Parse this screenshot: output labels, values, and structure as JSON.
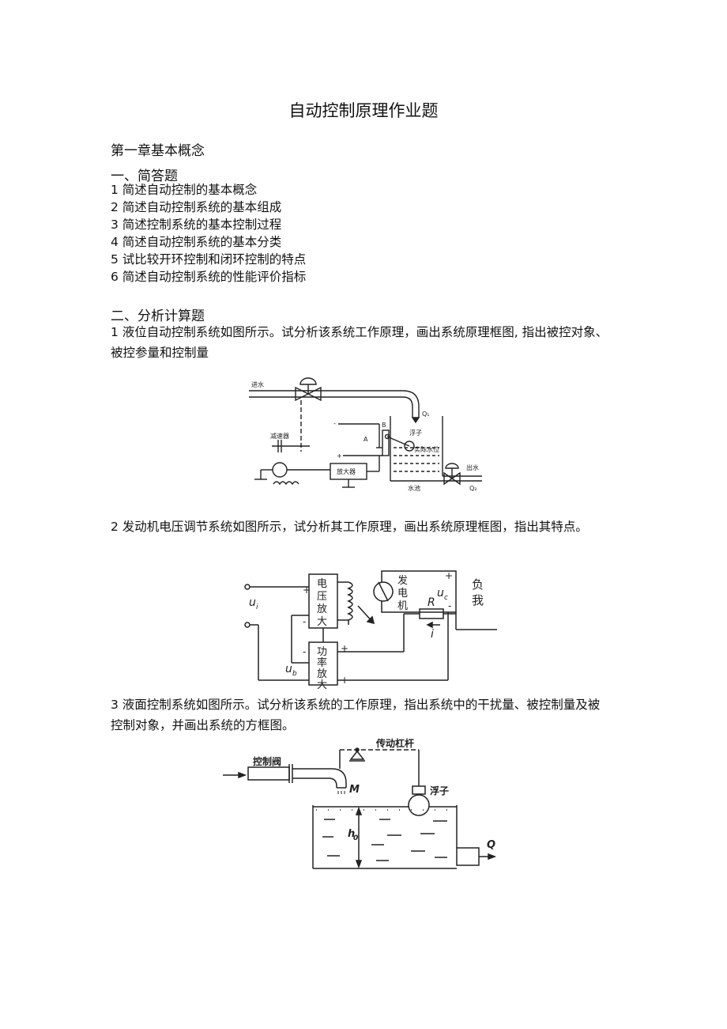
{
  "title": "自动控制原理作业题",
  "chapter": "第一章基本概念",
  "section1": {
    "heading": "一、简答题",
    "items": [
      "1 简述自动控制的基本概念",
      "2 简述自动控制系统的基本组成",
      "3 简述控制系统的基本控制过程",
      "4 简述自动控制系统的基本分类",
      "5 试比较开环控制和闭环控制的特点",
      "6 简述自动控制系统的性能评价指标"
    ]
  },
  "section2": {
    "heading": "二、分析计算题",
    "q1": "1 液位自动控制系统如图所示。试分析该系统工作原理，画出系统原理框图, 指出被控对象、被控参量和控制量",
    "q2": "2 发动机电压调节系统如图所示，试分析其工作原理，画出系统原理框图，指出其特点。",
    "q3": "3 液面控制系统如图所示。试分析该系统的工作原理，指出系统中的干扰量、被控制量及被控制对象，并画出系统的方框图。"
  },
  "fig1": {
    "inflow": "进水",
    "q1": "Q₁",
    "reducer": "减速器",
    "a": "A",
    "b": "B",
    "float": "浮子",
    "actual_level": "实际水位",
    "amplifier": "放大器",
    "outflow": "出水",
    "q2": "Q₂",
    "tank": "水池",
    "minus": "-",
    "plus": "+"
  },
  "fig2": {
    "ui": "u",
    "ui_sub": "i",
    "ub": "u",
    "ub_sub": "b",
    "uc": "u",
    "uc_sub": "c",
    "voltage_amp": [
      "电",
      "压",
      "放",
      "大"
    ],
    "power_amp": [
      "功",
      "率",
      "放",
      "大"
    ],
    "generator": [
      "发",
      "电",
      "机"
    ],
    "r": "R",
    "i": "i",
    "load": [
      "负",
      "我"
    ]
  },
  "fig3": {
    "lever": "传动杠杆",
    "valve": "控制阀",
    "m": "M",
    "float": "浮子",
    "h0": "h",
    "h0_sub": "0",
    "q": "Q"
  }
}
